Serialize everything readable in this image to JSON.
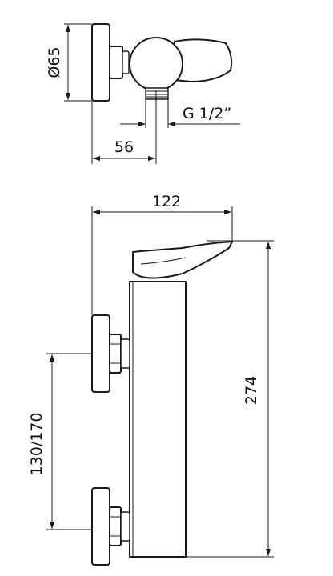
{
  "dimensions": {
    "diameter": "Ø65",
    "thread": "G 1/2”",
    "depth": "56",
    "width": "122",
    "height": "274",
    "spacing": "130/170"
  },
  "colors": {
    "ink": "#1a1a1a",
    "background": "#ffffff"
  }
}
